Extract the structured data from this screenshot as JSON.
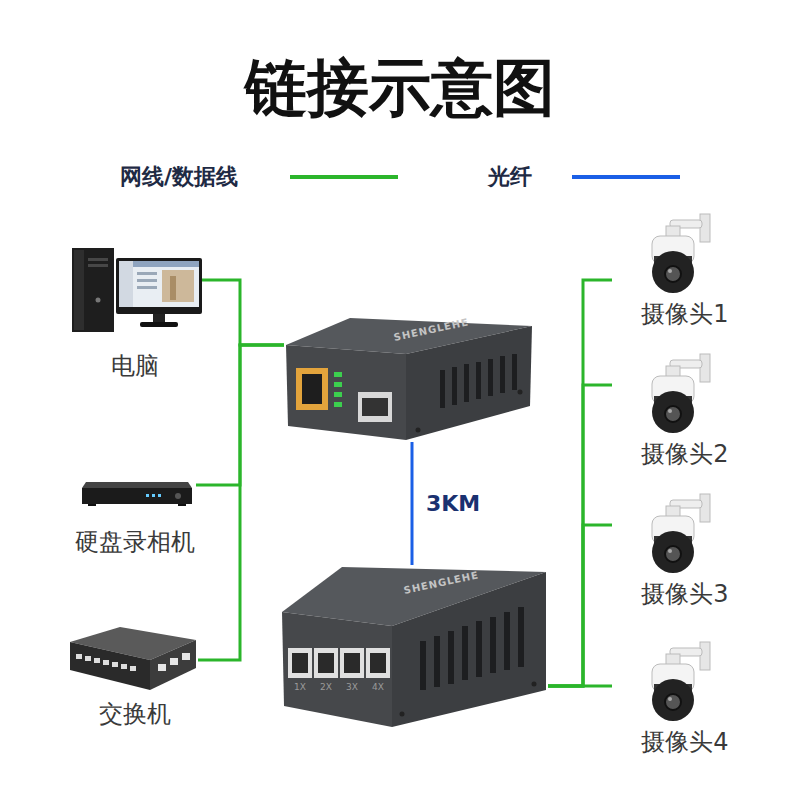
{
  "diagram": {
    "title": "链接示意图",
    "nodes": [
      {
        "text": [
          "电脑"
        ]
      },
      {
        "text": [
          "硬盘录相机"
        ]
      },
      {
        "text": [
          "交换机"
        ]
      },
      {
        "text": [
          "SHENGLEHE"
        ]
      },
      {
        "text": [
          "SHENGLEHE",
          "1X",
          "2X",
          "3X",
          "4X"
        ]
      },
      {
        "text": [
          "摄像头1"
        ]
      },
      {
        "text": [
          "摄像头2"
        ]
      },
      {
        "text": [
          "摄像头3"
        ]
      },
      {
        "text": [
          "摄像头4"
        ]
      }
    ],
    "edges": [
      {
        "from": 0,
        "to": 3,
        "arrow": "none"
      },
      {
        "from": 1,
        "to": 3,
        "arrow": "none"
      },
      {
        "from": 2,
        "to": 3,
        "arrow": "none"
      },
      {
        "from": 3,
        "to": 4,
        "label": "3KM",
        "arrow": "none"
      },
      {
        "from": 4,
        "to": 5,
        "arrow": "none"
      },
      {
        "from": 4,
        "to": 6,
        "arrow": "none"
      },
      {
        "from": 4,
        "to": 7,
        "arrow": "none"
      },
      {
        "from": 4,
        "to": 8,
        "arrow": "none"
      }
    ],
    "legend": [
      {
        "text": "网线/数据线"
      },
      {
        "text": "光纤"
      }
    ]
  }
}
